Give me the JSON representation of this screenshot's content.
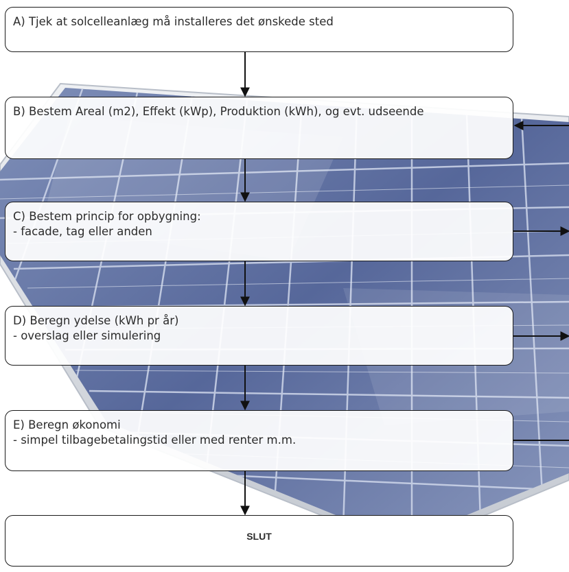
{
  "steps": [
    {
      "id": "A",
      "lines": [
        "A) Tjek at solcelleanlæg må installeres det ønskede sted"
      ]
    },
    {
      "id": "B",
      "lines": [
        "B) Bestem Areal (m2), Effekt (kWp), Produktion  (kWh), og evt. udseende"
      ]
    },
    {
      "id": "C",
      "lines": [
        "C) Bestem princip for opbygning:",
        "- facade, tag eller anden"
      ]
    },
    {
      "id": "D",
      "lines": [
        "D) Beregn ydelse (kWh pr år)",
        "- overslag eller simulering"
      ]
    },
    {
      "id": "E",
      "lines": [
        "E) Beregn økonomi",
        "- simpel tilbagebetalingstid eller med renter m.m."
      ]
    }
  ],
  "end_label": "SLUT",
  "colors": {
    "border": "#1a1a1a",
    "text": "#2b2b2b",
    "panel_frame": "#d9dde3",
    "panel_cell": "#5f6f9c",
    "panel_gridline": "#c9d2e6"
  },
  "background_image": "solar-panel-photo"
}
